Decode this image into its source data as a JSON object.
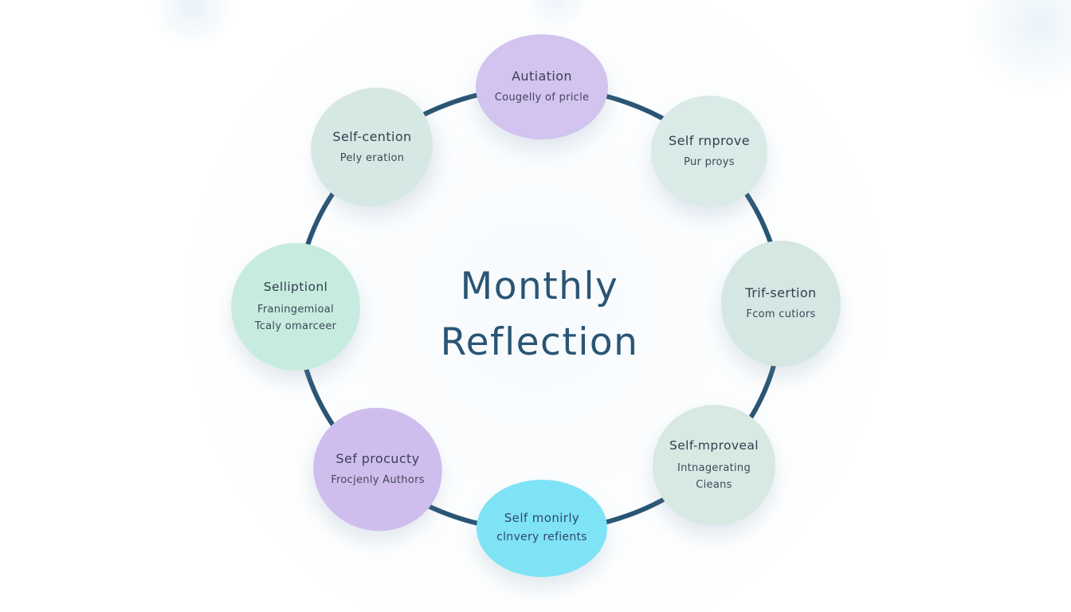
{
  "title": {
    "line1": "Monthly",
    "line2": "Reflection"
  },
  "palette": {
    "ring": "#2a5574",
    "title_text": "#2a5574",
    "node_text": "#31404f",
    "purple": "#d2c3ef",
    "mint": "#d7e9e5",
    "green_mint": "#c8ebdf",
    "cyan": "#7fe3f6"
  },
  "nodes": [
    {
      "id": "top",
      "title": "Autiation",
      "line2": "Cougelly of pricle",
      "line3": "",
      "color": "#d2c3ef"
    },
    {
      "id": "upper-right",
      "title": "Self rnprove",
      "line2": "Pur proys",
      "line3": "",
      "color": "#d9eae7"
    },
    {
      "id": "right",
      "title": "Trif-sertion",
      "line2": "Fcom cutiors",
      "line3": "",
      "color": "#d4e7e3"
    },
    {
      "id": "bottom-right",
      "title": "Self-mproveal",
      "line2": "Intnagerating",
      "line3": "Cieans",
      "color": "#d8e9e4"
    },
    {
      "id": "bottom",
      "title": "Self monirly",
      "line2": "clnvery refients",
      "line3": "",
      "color": "#7fe3f6"
    },
    {
      "id": "bottom-left",
      "title": "Sef procucty",
      "line2": "Frocjenly Authors",
      "line3": "",
      "color": "#cfbeed"
    },
    {
      "id": "left",
      "title": "Selliptionl",
      "line2": "Franingemioal",
      "line3": "Tcaly omarceer",
      "color": "#c8ebdf"
    },
    {
      "id": "upper-left",
      "title": "Self-cention",
      "line2": "Pely eration",
      "line3": "",
      "color": "#d6e8e4"
    }
  ]
}
